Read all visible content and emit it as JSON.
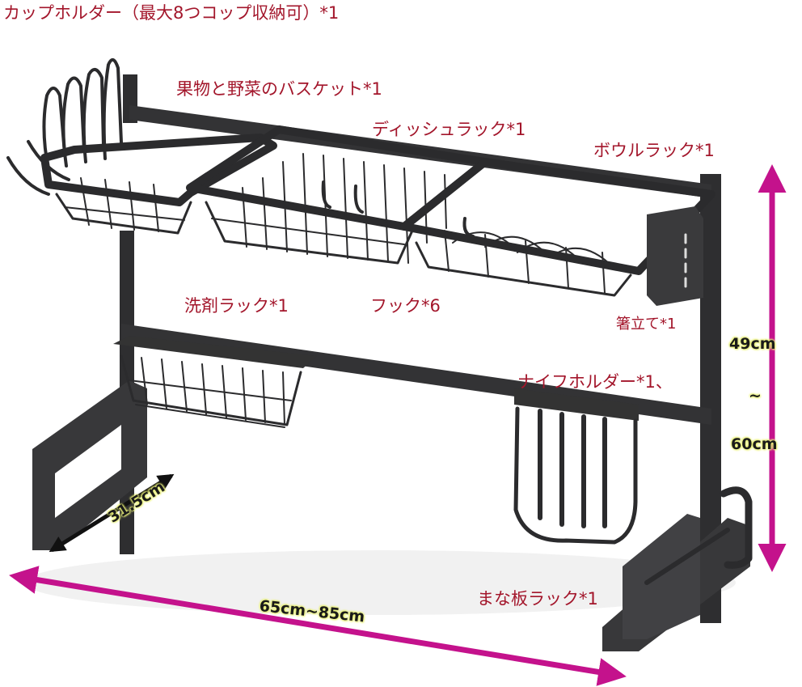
{
  "labels": {
    "cup_holder": "カップホルダー（最大8つコップ収納可）*1",
    "fruit_basket": "果物と野菜のバスケット*1",
    "dish_rack": "ディッシュラック*1",
    "bowl_rack": "ボウルラック*1",
    "detergent_rack": "洗剤ラック*1",
    "hooks": "フック*6",
    "chopstick_stand": "箸立て*1",
    "knife_holder": "ナイフホルダー*1、",
    "cutting_board_rack": "まな板ラック*1"
  },
  "dimensions": {
    "height_min": "49cm",
    "height_sep": "~",
    "height_max": "60cm",
    "depth": "31.5cm",
    "width": "65cm~85cm"
  },
  "colors": {
    "label_red": "#a3162b",
    "arrow_magenta": "#c4128c",
    "rack_black": "#2b2b2d",
    "dim_highlight": "#e9f07a"
  }
}
